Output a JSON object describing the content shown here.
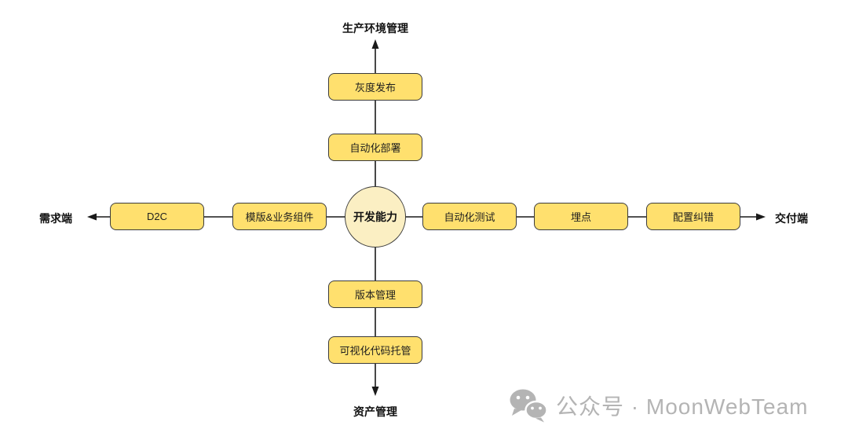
{
  "diagram": {
    "center": {
      "label": "开发能力"
    },
    "axes": {
      "top": {
        "label": "生产环境管理",
        "nodes": [
          "灰度发布",
          "自动化部署"
        ]
      },
      "bottom": {
        "label": "资产管理",
        "nodes": [
          "版本管理",
          "可视化代码托管"
        ]
      },
      "left": {
        "label": "需求端",
        "nodes": [
          "D2C",
          "模版&业务组件"
        ]
      },
      "right": {
        "label": "交付端",
        "nodes": [
          "自动化测试",
          "埋点",
          "配置纠错"
        ]
      }
    },
    "colors": {
      "node_fill": "#FFE06E",
      "center_fill": "#FBEFC3",
      "border": "#3b3b3b",
      "line": "#1a1a1a",
      "watermark": "#b4b4b4"
    }
  },
  "watermark": {
    "icon": "wechat-icon",
    "text": "公众号 · MoonWebTeam"
  }
}
